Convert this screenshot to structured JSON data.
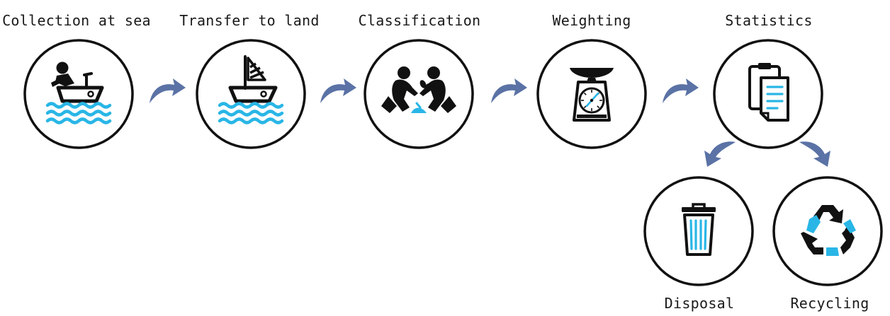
{
  "colors": {
    "stroke": "#111111",
    "accent": "#29b6e6",
    "arrow": "#5a72a5",
    "background": "#ffffff"
  },
  "steps": [
    {
      "label": "Collection at sea",
      "icon": "boat-collection-icon"
    },
    {
      "label": "Transfer to land",
      "icon": "sailboat-icon"
    },
    {
      "label": "Classification",
      "icon": "people-sorting-icon"
    },
    {
      "label": "Weighting",
      "icon": "scale-icon"
    },
    {
      "label": "Statistics",
      "icon": "clipboard-document-icon"
    }
  ],
  "outcomes": [
    {
      "label": "Disposal",
      "icon": "trash-bin-icon"
    },
    {
      "label": "Recycling",
      "icon": "recycle-icon"
    }
  ]
}
